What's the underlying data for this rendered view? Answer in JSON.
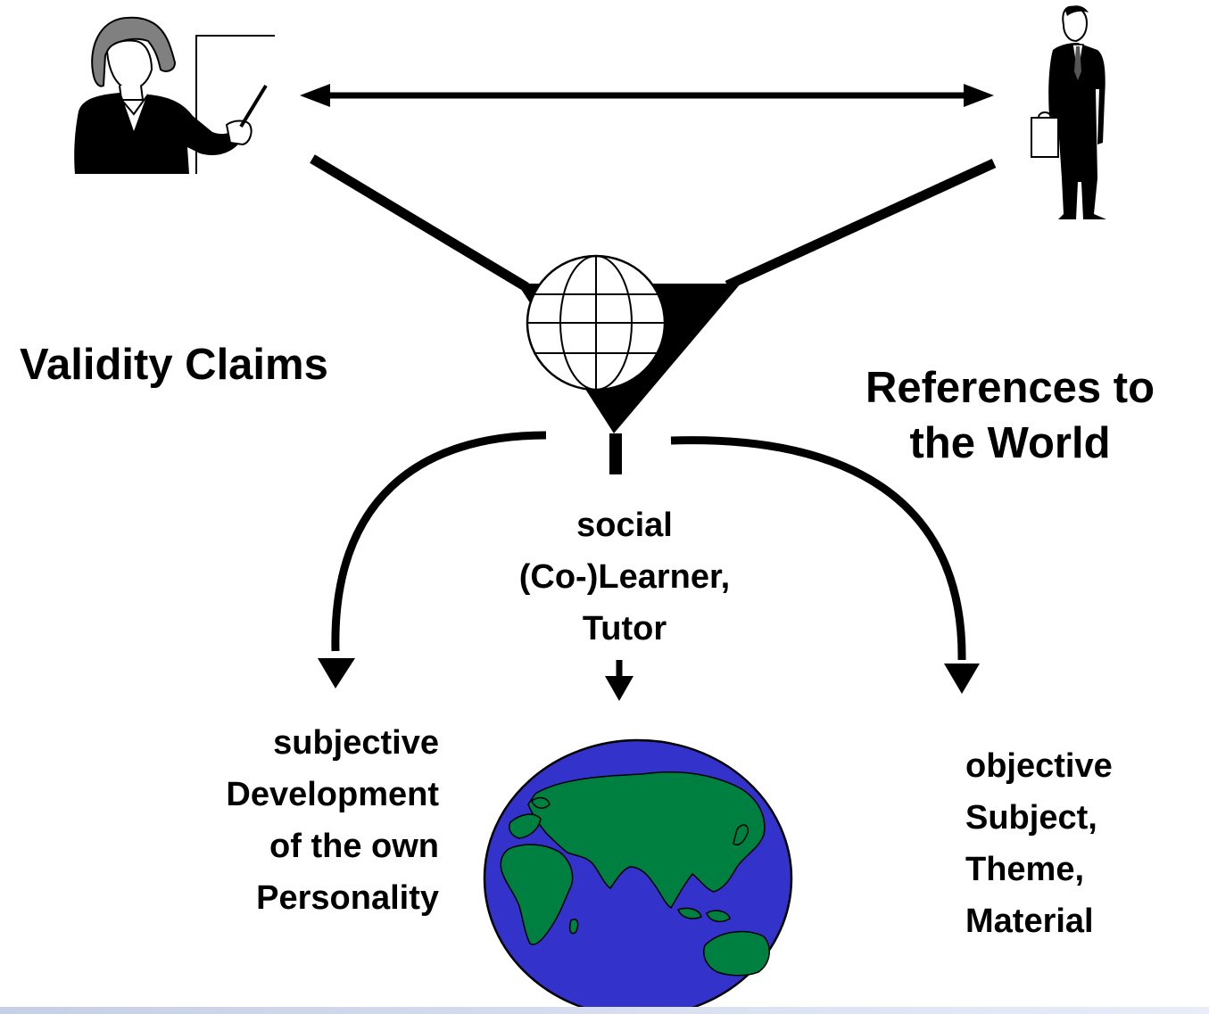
{
  "labels": {
    "validity_claims": "Validity Claims",
    "references_line1": "References to",
    "references_line2": "the World",
    "social_line1": "social",
    "social_line2": "(Co-)Learner,",
    "social_line3": "Tutor",
    "subjective_line1": "subjective",
    "subjective_line2": "Development",
    "subjective_line3": "of the own",
    "subjective_line4": "Personality",
    "objective_line1": "objective",
    "objective_line2": "Subject,",
    "objective_line3": "Theme,",
    "objective_line4": "Material"
  },
  "colors": {
    "ocean": "#3333cc",
    "land": "#008040",
    "hair": "#808080",
    "accent_bar": "#c5cfe6"
  },
  "icons": {
    "teacher": "teacher-with-pointer-icon",
    "businessman": "businessman-with-briefcase-icon",
    "wireframe_globe": "wireframe-globe-icon",
    "world_map": "earth-globe-icon"
  }
}
